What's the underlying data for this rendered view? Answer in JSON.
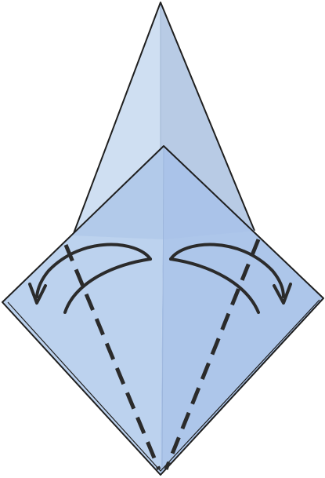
{
  "diagram": {
    "type": "origami-fold-step",
    "paper_colors": {
      "top_point_left": "#cfdff2",
      "top_point_right": "#b8cbe5",
      "lower_left": "#bcd2ee",
      "lower_right": "#adc6ea",
      "flap_shade": "#a9c2e8",
      "outline": "#1f1f1f",
      "fold_line": "#2b2b2b",
      "arrow": "#2b2b2b"
    },
    "fold_lines": [
      {
        "name": "left-valley-fold",
        "style": "dashed"
      },
      {
        "name": "right-valley-fold",
        "style": "dashed"
      }
    ],
    "arrows": [
      {
        "name": "left-fold-arrow",
        "direction": "fold-outward-left"
      },
      {
        "name": "right-fold-arrow",
        "direction": "fold-outward-right"
      }
    ]
  }
}
